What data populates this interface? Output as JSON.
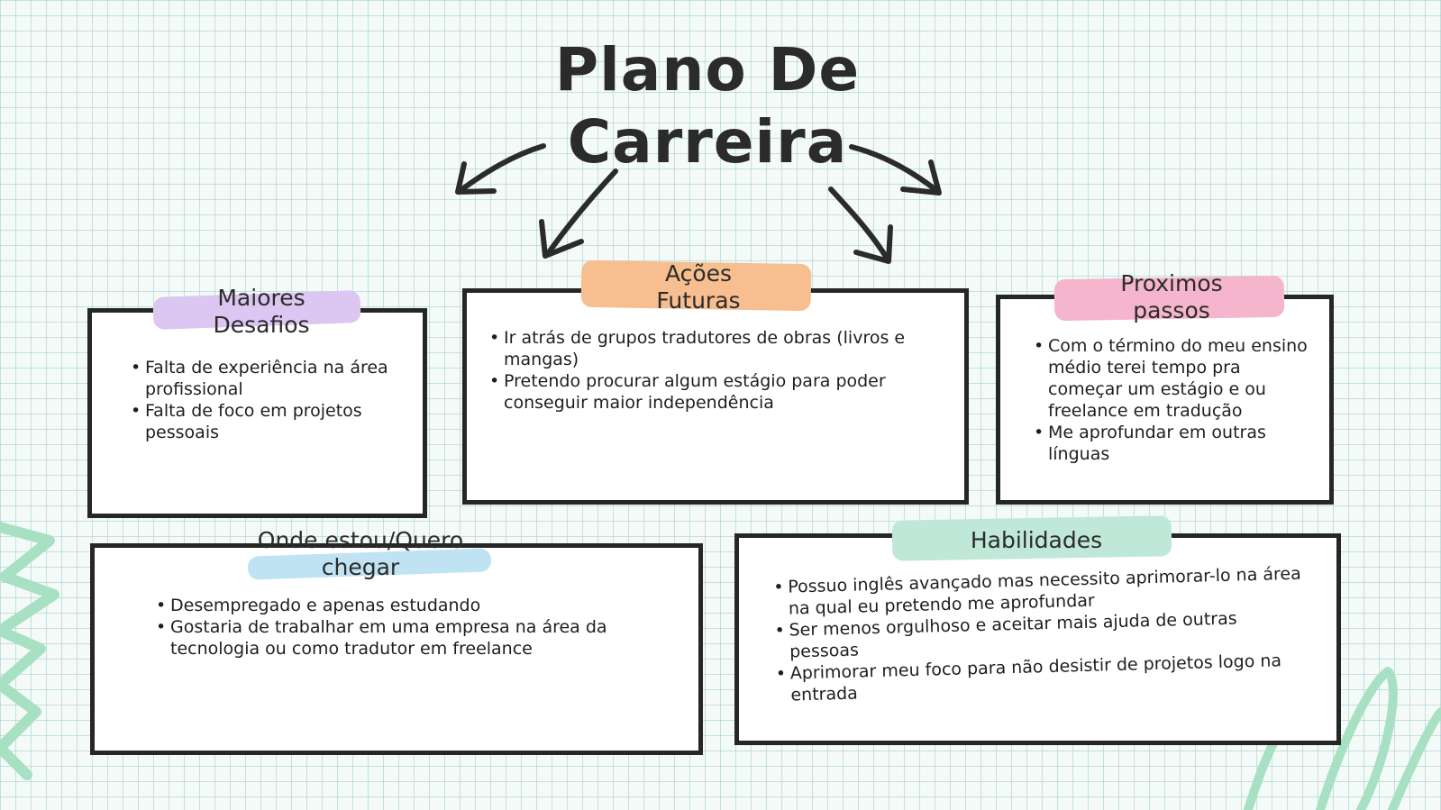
{
  "title": {
    "line1": "Plano De",
    "line2": "Carreira"
  },
  "colors": {
    "grid_bg": "#f3faf8",
    "grid_line": "#8cc3be",
    "ink": "#262626",
    "purple_highlight": "#dcc6f2",
    "orange_highlight": "#f7be8f",
    "pink_highlight": "#f5b5cc",
    "blue_highlight": "#bfe3f3",
    "green_highlight": "#bfe8d8",
    "decor_green": "#a8e0c4"
  },
  "cards": {
    "desafios": {
      "title_line1": "Maiores",
      "title_line2": "Desafios",
      "items": [
        "Falta de experiência na área profissional",
        "Falta de foco em projetos pessoais"
      ]
    },
    "acoes": {
      "title_line1": "Ações",
      "title_line2": "Futuras",
      "items": [
        "Ir atrás de grupos tradutores de obras (livros e mangas)",
        "Pretendo procurar algum estágio para poder conseguir maior independência"
      ]
    },
    "proximos": {
      "title_line1": "Proximos",
      "title_line2": "passos",
      "items": [
        "Com o término do meu ensino médio terei tempo pra começar um estágio e ou freelance em tradução",
        "Me aprofundar em outras línguas"
      ]
    },
    "onde": {
      "title_line1": "Onde estou/Quero",
      "title_line2": "chegar",
      "items": [
        "Desempregado e apenas estudando",
        "Gostaria de trabalhar em uma empresa na área da tecnologia ou como tradutor em freelance"
      ]
    },
    "habilidades": {
      "title_line1": "Habilidades",
      "items": [
        "Possuo inglês avançado mas necessito aprimorar-lo na área na qual eu pretendo me aprofundar",
        "Ser menos orgulhoso e aceitar mais ajuda de outras pessoas",
        "Aprimorar meu foco para não desistir de projetos logo na entrada"
      ]
    }
  }
}
